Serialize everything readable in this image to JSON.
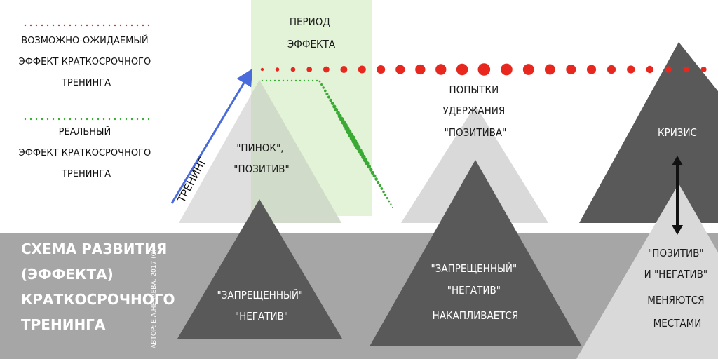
{
  "legend": {
    "expected_lines": [
      "ВОЗМОЖНО-ОЖИДАЕМЫЙ",
      "ЭФФЕКТ КРАТКОСРОЧНОГО",
      "ТРЕНИНГА"
    ],
    "expected_color": "#e8281e",
    "real_lines": [
      "РЕАЛЬНЫЙ",
      "ЭФФЕКТ КРАТКОСРОЧНОГО",
      "ТРЕНИНГА"
    ],
    "real_color": "#3aaa35"
  },
  "period": {
    "lines": [
      "ПЕРИОД",
      "ЭФФЕКТА"
    ],
    "color": "#e3f3d8"
  },
  "training_label": "ТРЕНИНГ",
  "colors": {
    "band": "#a6a6a6",
    "light_triangle": "#d9d9d9",
    "dark_triangle": "#595959",
    "arrow_blue": "#4a6bdc"
  },
  "triangles": {
    "push_positive": [
      "\"ПИНОК\",",
      "\"ПОЗИТИВ\""
    ],
    "forbidden_negative_1": [
      "\"ЗАПРЕЩЕННЫЙ\"",
      "\"НЕГАТИВ\""
    ],
    "holding_attempts": [
      "ПОПЫТКИ",
      "УДЕРЖАНИЯ",
      "\"ПОЗИТИВА\""
    ],
    "forbidden_negative_2": [
      "\"ЗАПРЕЩЕННЫЙ\"",
      "\"НЕГАТИВ\"",
      "НАКАПЛИВАЕТСЯ"
    ],
    "crisis": [
      "КРИЗИС"
    ],
    "swap": [
      "\"ПОЗИТИВ\"",
      "И \"НЕГАТИВ\"",
      "МЕНЯЮТСЯ",
      "МЕСТАМИ"
    ]
  },
  "scheme_title": [
    "СХЕМА РАЗВИТИЯ",
    "(ЭФФЕКТА)",
    "КРАТКОСРОЧНОГО",
    "ТРЕНИНГА"
  ],
  "credit": "АВТОР: Е.А.НЕЧАЕВА, 2017 (С)"
}
